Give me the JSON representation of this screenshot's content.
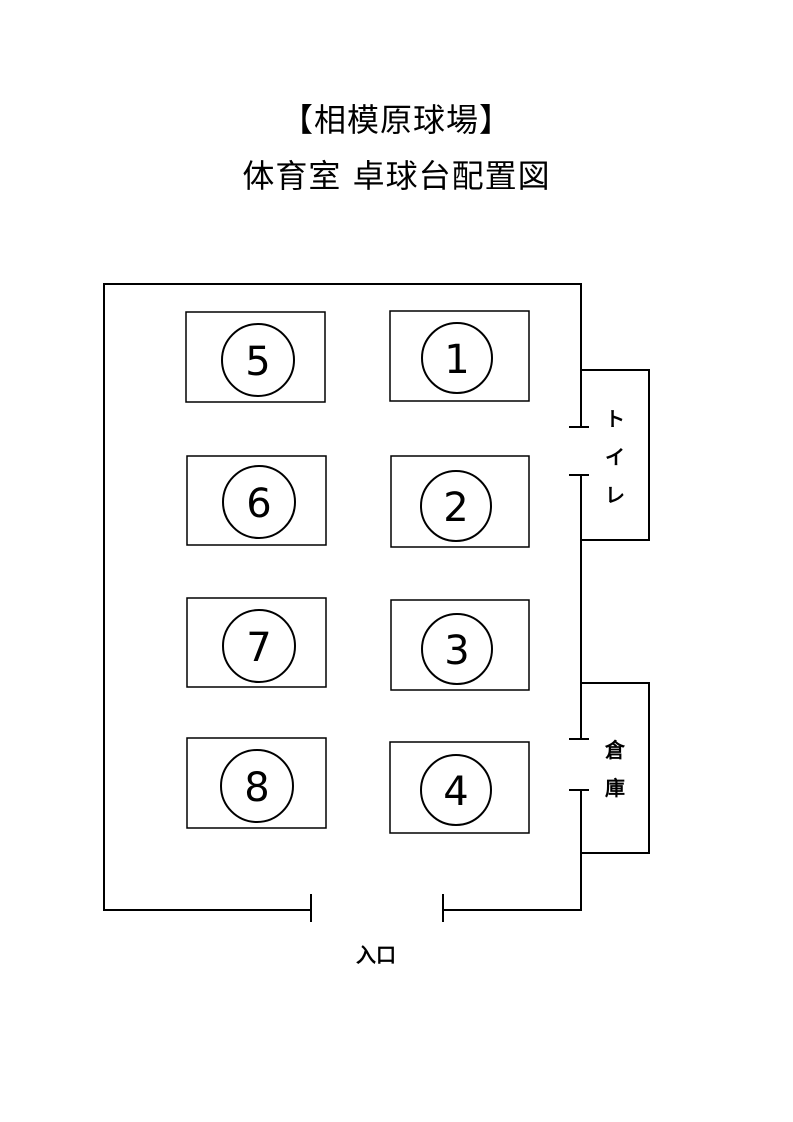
{
  "title": {
    "line1": "【相模原球場】",
    "line2": "体育室 卓球台配置図"
  },
  "rooms": {
    "toilet": [
      "ト",
      "イ",
      "レ"
    ],
    "storage": [
      "倉",
      "庫"
    ]
  },
  "entrance": "入口",
  "tables": [
    {
      "number": "5"
    },
    {
      "number": "1"
    },
    {
      "number": "6"
    },
    {
      "number": "2"
    },
    {
      "number": "7"
    },
    {
      "number": "3"
    },
    {
      "number": "8"
    },
    {
      "number": "4"
    }
  ]
}
